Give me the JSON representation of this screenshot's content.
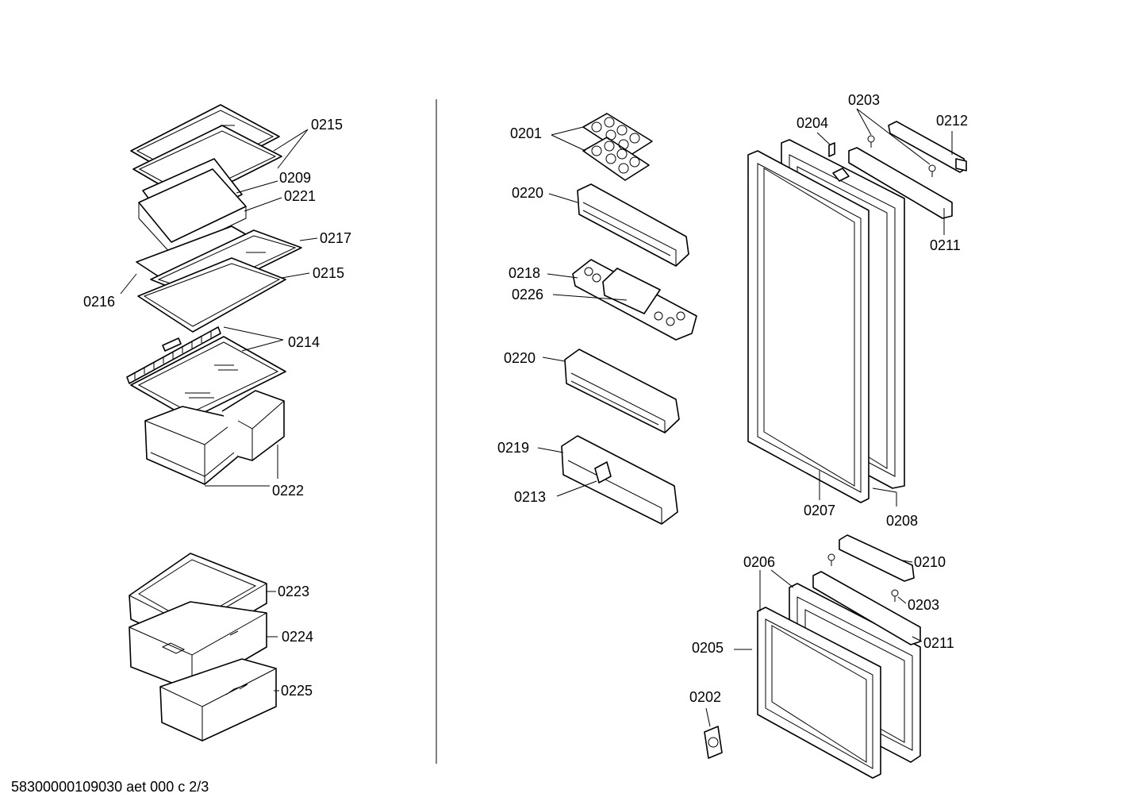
{
  "footer": {
    "doc_id": "58300000109030 aet 000 c 2/3"
  },
  "labels": {
    "l0215a": "0215",
    "l0209": "0209",
    "l0221": "0221",
    "l0217": "0217",
    "l0215b": "0215",
    "l0216": "0216",
    "l0214": "0214",
    "l0222": "0222",
    "l0223": "0223",
    "l0224": "0224",
    "l0225": "0225",
    "l0201": "0201",
    "l0220a": "0220",
    "l0218": "0218",
    "l0226": "0226",
    "l0220b": "0220",
    "l0219": "0219",
    "l0213": "0213",
    "l0204": "0204",
    "l0203a": "0203",
    "l0212": "0212",
    "l0211a": "0211",
    "l0207": "0207",
    "l0208": "0208",
    "l0206": "0206",
    "l0210": "0210",
    "l0203b": "0203",
    "l0211b": "0211",
    "l0205": "0205",
    "l0202": "0202"
  }
}
